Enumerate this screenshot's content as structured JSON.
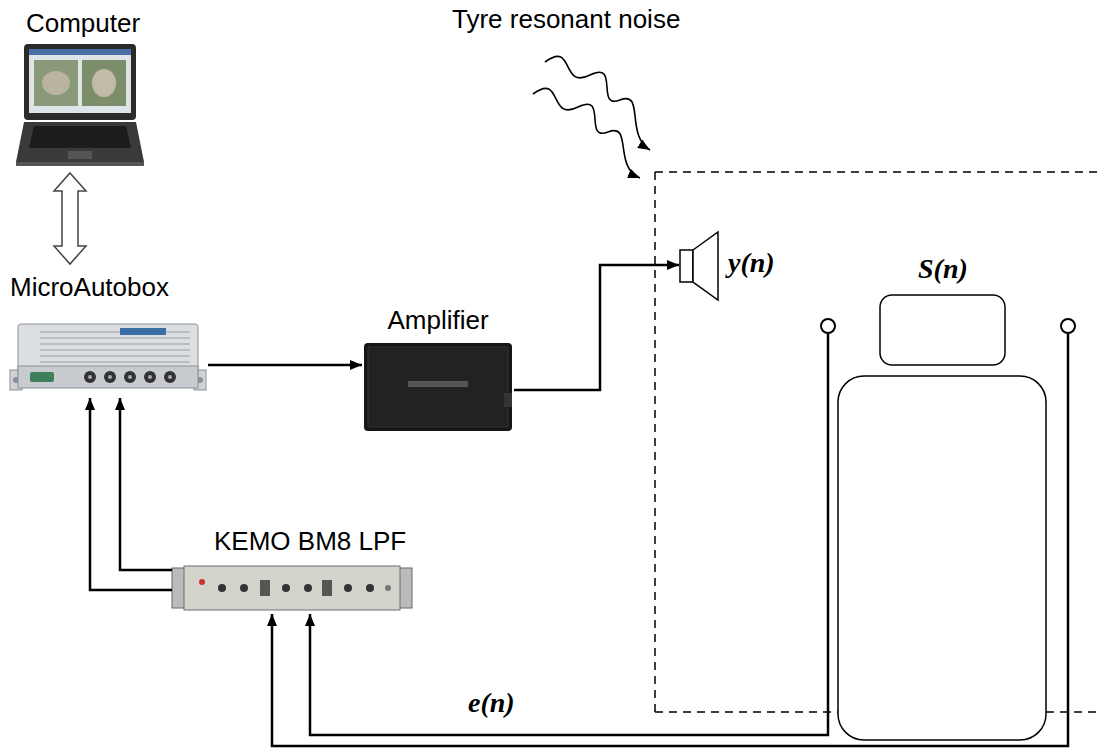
{
  "diagram": {
    "nodes": [
      {
        "text": [
          "Computer"
        ]
      },
      {
        "text": [
          "MicroAutobox"
        ]
      },
      {
        "text": [
          "Amplifier"
        ]
      },
      {
        "text": [
          "KEMO BM8 LPF"
        ]
      }
    ],
    "edges": [
      {
        "from": 0,
        "to": 1,
        "arrow": "both"
      },
      {
        "from": 1,
        "to": 2,
        "arrow": "to"
      },
      {
        "from": 3,
        "to": 1,
        "arrow": "to"
      },
      {
        "from": 3,
        "to": 1,
        "arrow": "to"
      }
    ],
    "labels": [
      "Tyre resonant noise",
      "y(n)",
      "S(n)",
      "e(n)"
    ]
  }
}
